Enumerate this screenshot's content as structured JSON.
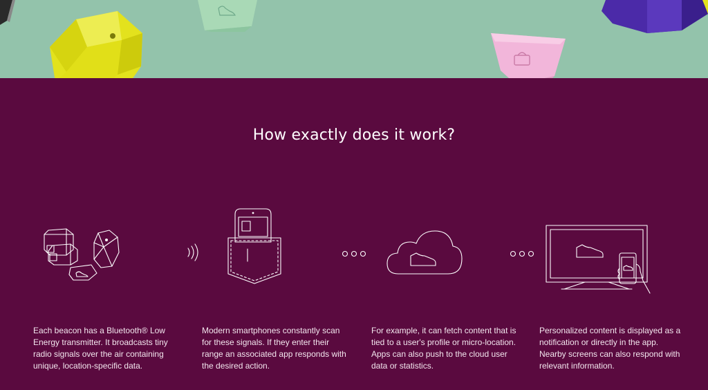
{
  "section": {
    "title": "How exactly does it work?"
  },
  "steps": [
    {
      "text": "Each beacon has a Bluetooth® Low Energy transmitter. It broadcasts tiny radio signals over the air containing unique, location-specific data.",
      "icon": "beacons-icon"
    },
    {
      "text": "Modern smartphones constantly scan for these signals. If they enter their range an associated app responds with the desired action.",
      "icon": "phone-in-pocket-icon"
    },
    {
      "text": "For example, it can fetch content that is tied to a user's profile or micro-location. Apps can also push to the cloud user data or statistics.",
      "icon": "cloud-sneaker-icon"
    },
    {
      "text": "Personalized content is displayed as a notification or directly in the app. Nearby screens can also respond with relevant information.",
      "icon": "screen-and-phone-icon"
    }
  ],
  "separators": [
    "radio-waves-icon",
    "dots-icon",
    "dots-icon"
  ],
  "colors": {
    "hero_bg": "#93c3ab",
    "main_bg": "#5a0a3f",
    "beacon_yellow": "#e3e21d",
    "beacon_mint": "#a9d9b6",
    "beacon_pink": "#f2b6da",
    "beacon_purple": "#4b2aa8"
  }
}
